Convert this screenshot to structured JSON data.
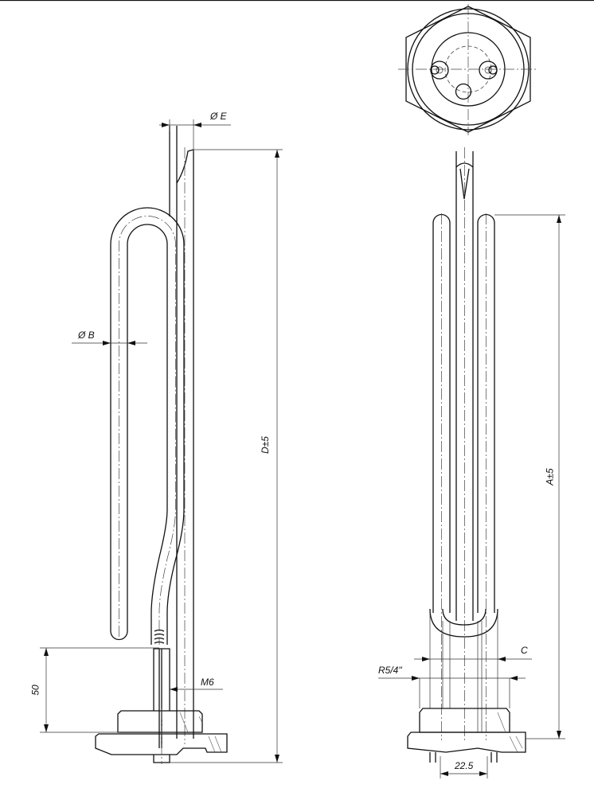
{
  "title": "Heating element technical drawing",
  "dimensions": {
    "diameter_e": "Ø E",
    "diameter_b": "Ø B",
    "length_d": "D±5",
    "length_50": "50",
    "thread_m6": "M6",
    "length_a": "A±5",
    "width_c": "C",
    "thread_r": "R5/4\"",
    "spacing": "22.5"
  },
  "colors": {
    "line": "#111111",
    "background": "#ffffff"
  }
}
